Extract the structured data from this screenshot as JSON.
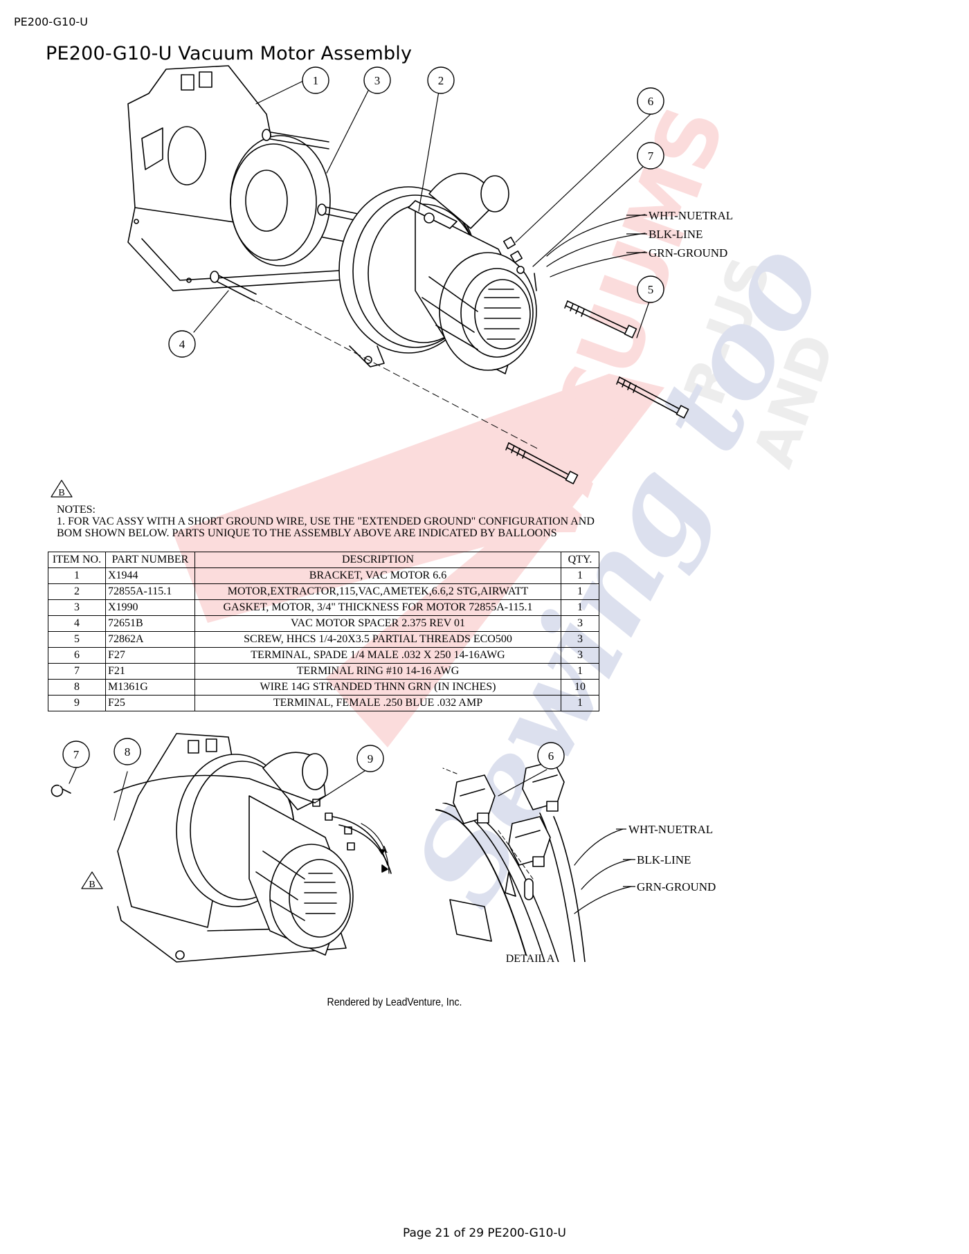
{
  "header": {
    "code": "PE200-G10-U"
  },
  "title": "PE200-G10-U Vacuum Motor Assembly",
  "notes": {
    "revision_mark": "B",
    "heading": "NOTES:",
    "line1": "1. FOR VAC ASSY WITH A SHORT GROUND WIRE, USE THE \"EXTENDED GROUND\" CONFIGURATION AND",
    "line2": "BOM SHOWN BELOW. PARTS UNIQUE TO THE ASSEMBLY ABOVE ARE INDICATED BY BALLOONS"
  },
  "bom": {
    "headers": [
      "ITEM NO.",
      "PART NUMBER",
      "DESCRIPTION",
      "QTY."
    ],
    "rows": [
      [
        "1",
        "X1944",
        "BRACKET, VAC MOTOR 6.6",
        "1"
      ],
      [
        "2",
        "72855A-115.1",
        "MOTOR,EXTRACTOR,115,VAC,AMETEK,6.6,2 STG,AIRWATT",
        "1"
      ],
      [
        "3",
        "X1990",
        "GASKET, MOTOR, 3/4\" THICKNESS FOR MOTOR 72855A-115.1",
        "1"
      ],
      [
        "4",
        "72651B",
        "VAC MOTOR SPACER 2.375 REV 01",
        "3"
      ],
      [
        "5",
        "72862A",
        "SCREW, HHCS 1/4-20X3.5 PARTIAL THREADS ECO500",
        "3"
      ],
      [
        "6",
        "F27",
        "TERMINAL, SPADE 1/4 MALE .032 X 250 14-16AWG",
        "3"
      ],
      [
        "7",
        "F21",
        "TERMINAL RING #10 14-16 AWG",
        "1"
      ],
      [
        "8",
        "M1361G",
        "WIRE 14G STRANDED THNN GRN (IN INCHES)",
        "10"
      ],
      [
        "9",
        "F25",
        "TERMINAL, FEMALE .250 BLUE .032 AMP",
        "1"
      ]
    ]
  },
  "diagram_top": {
    "balloons": [
      "1",
      "3",
      "2",
      "6",
      "7",
      "5",
      "4"
    ],
    "wire_labels": [
      "WHT-NUETRAL",
      "BLK-LINE",
      "GRN-GROUND"
    ]
  },
  "diagram_bottom": {
    "balloons": [
      "7",
      "8",
      "9",
      "6"
    ],
    "revision_mark": "B",
    "detail_callout": "A",
    "wire_labels": [
      "WHT-NUETRAL",
      "BLK-LINE",
      "GRN-GROUND"
    ],
    "detail_caption": "DETAIL A"
  },
  "watermark": {
    "line1": "VACUUMS",
    "line2": "R-US",
    "line3": "AND",
    "line4": "Sewing too",
    "colors": {
      "red": "#e8383d",
      "gray": "#9a9a9a",
      "blue": "#3c4fa0"
    }
  },
  "rendered_by": "Rendered by LeadVenture, Inc.",
  "footer": "Page 21 of 29 PE200-G10-U"
}
